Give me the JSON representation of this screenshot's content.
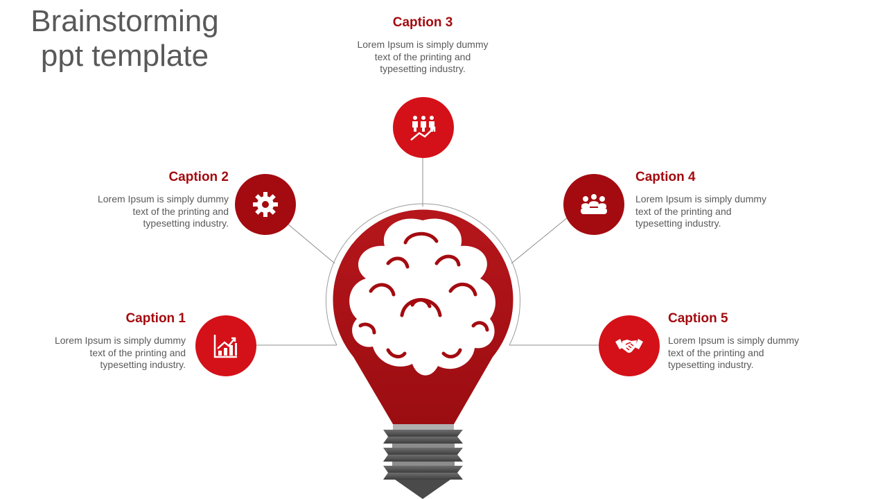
{
  "title": {
    "line1": "Brainstorming",
    "line2": "ppt template"
  },
  "colors": {
    "red_dark": "#a30b10",
    "red_bright": "#d41118",
    "gray_text": "#595959",
    "base_gray": "#5a5a5a"
  },
  "captions": [
    {
      "title": "Caption 1",
      "text": "Lorem Ipsum is simply dummy text of the printing and typesetting industry.",
      "icon": "bar-chart-icon"
    },
    {
      "title": "Caption 2",
      "text": "Lorem Ipsum is simply dummy text of the printing and typesetting industry.",
      "icon": "gear-icon"
    },
    {
      "title": "Caption 3",
      "text": "Lorem Ipsum is simply dummy text of the printing and typesetting industry.",
      "icon": "team-growth-icon"
    },
    {
      "title": "Caption 4",
      "text": "Lorem Ipsum is simply dummy text of the printing and typesetting industry.",
      "icon": "meeting-icon"
    },
    {
      "title": "Caption 5",
      "text": "Lorem Ipsum is simply dummy text of the printing and typesetting industry.",
      "icon": "handshake-icon"
    }
  ],
  "center": {
    "icon": "brain-lightbulb-icon"
  }
}
